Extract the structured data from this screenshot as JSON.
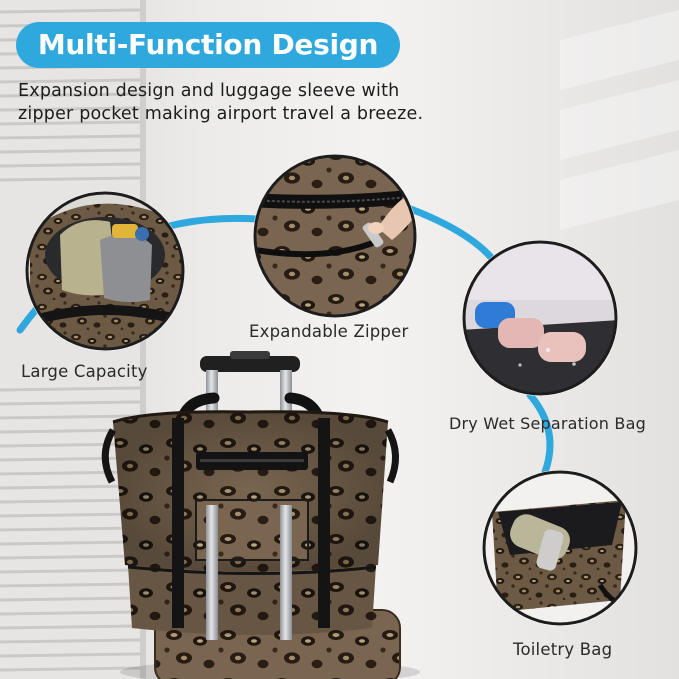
{
  "badge": {
    "title": "Multi-Function Design",
    "color": "#2fa8dd"
  },
  "subtitle": {
    "line1": "Expansion design and luggage sleeve with",
    "line2": "zipper pocket making airport travel a breeze."
  },
  "features": {
    "large_capacity": "Large Capacity",
    "expandable_zipper": "Expandable Zipper",
    "dry_wet": "Dry Wet Separation Bag",
    "toiletry": "Toiletry Bag"
  },
  "colors": {
    "accent": "#2fa8dd",
    "leopard_base": "#6d5a45",
    "strap": "#151515",
    "trolley": "#b9bcbf"
  }
}
